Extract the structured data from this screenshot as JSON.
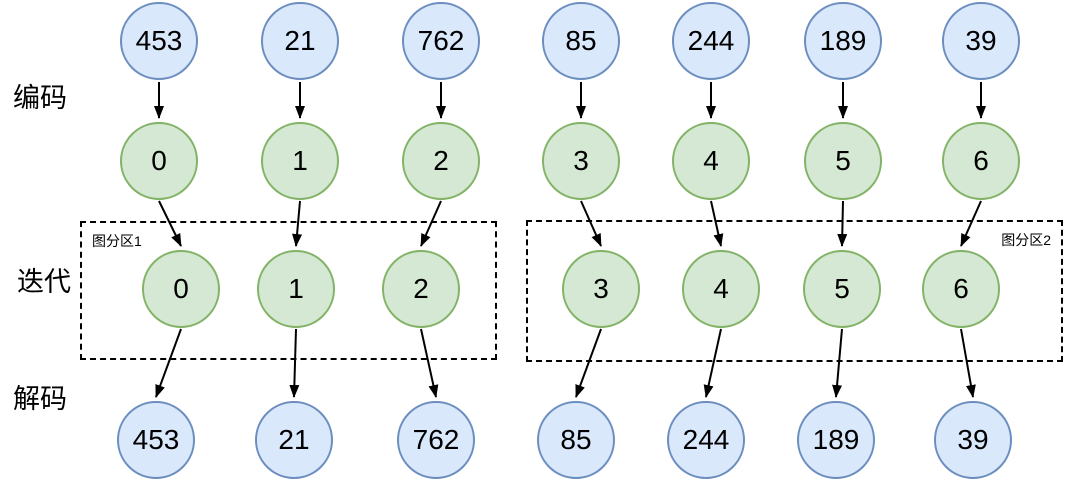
{
  "diagram": {
    "stage_labels": [
      {
        "id": "encode",
        "text": "编码"
      },
      {
        "id": "iterate",
        "text": "迭代"
      },
      {
        "id": "decode",
        "text": "解码"
      }
    ],
    "partitions": [
      {
        "label": "图分区1"
      },
      {
        "label": "图分区2"
      }
    ],
    "nodes": {
      "input_values": [
        "453",
        "21",
        "762",
        "85",
        "244",
        "189",
        "39"
      ],
      "encoded_ids": [
        "0",
        "1",
        "2",
        "3",
        "4",
        "5",
        "6"
      ],
      "iteration_ids": [
        "0",
        "1",
        "2",
        "3",
        "4",
        "5",
        "6"
      ],
      "output_values": [
        "453",
        "21",
        "762",
        "85",
        "244",
        "189",
        "39"
      ]
    },
    "partition_membership": {
      "图分区1": [
        "0",
        "1",
        "2"
      ],
      "图分区2": [
        "3",
        "4",
        "5",
        "6"
      ]
    },
    "colors": {
      "value_node_fill": "#dae8fc",
      "value_node_border": "#6c8ebf",
      "id_node_fill": "#d5e8d4",
      "id_node_border": "#82b366",
      "arrow": "#000000",
      "partition_border": "#000000",
      "text": "#000000",
      "background": "#ffffff"
    }
  }
}
